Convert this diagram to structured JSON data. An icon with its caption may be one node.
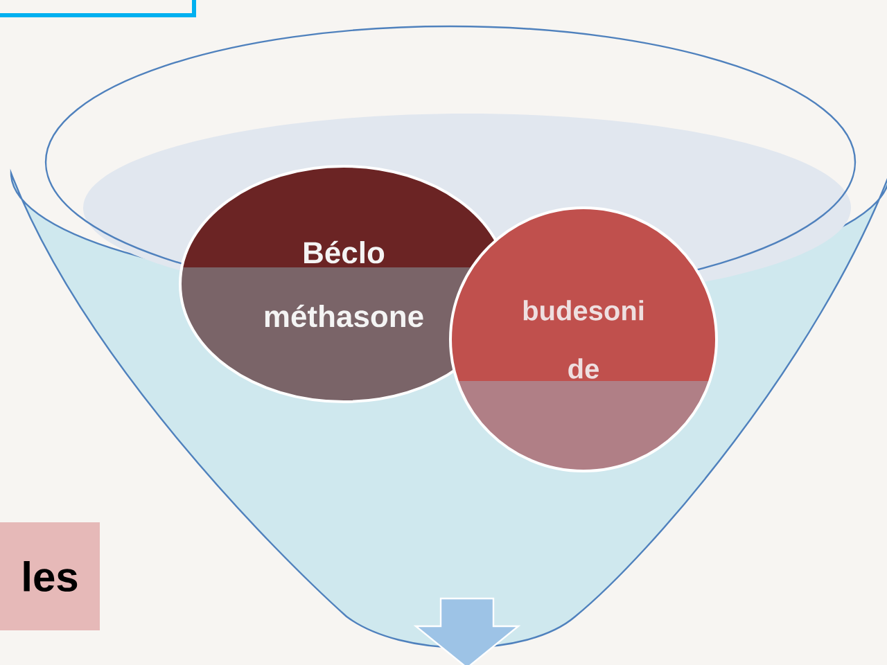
{
  "diagram": {
    "nodes": [
      {
        "text": [
          "Béclo méthasone"
        ]
      },
      {
        "text": [
          "budesoni de"
        ]
      },
      {
        "text": [
          "les"
        ]
      }
    ]
  }
}
